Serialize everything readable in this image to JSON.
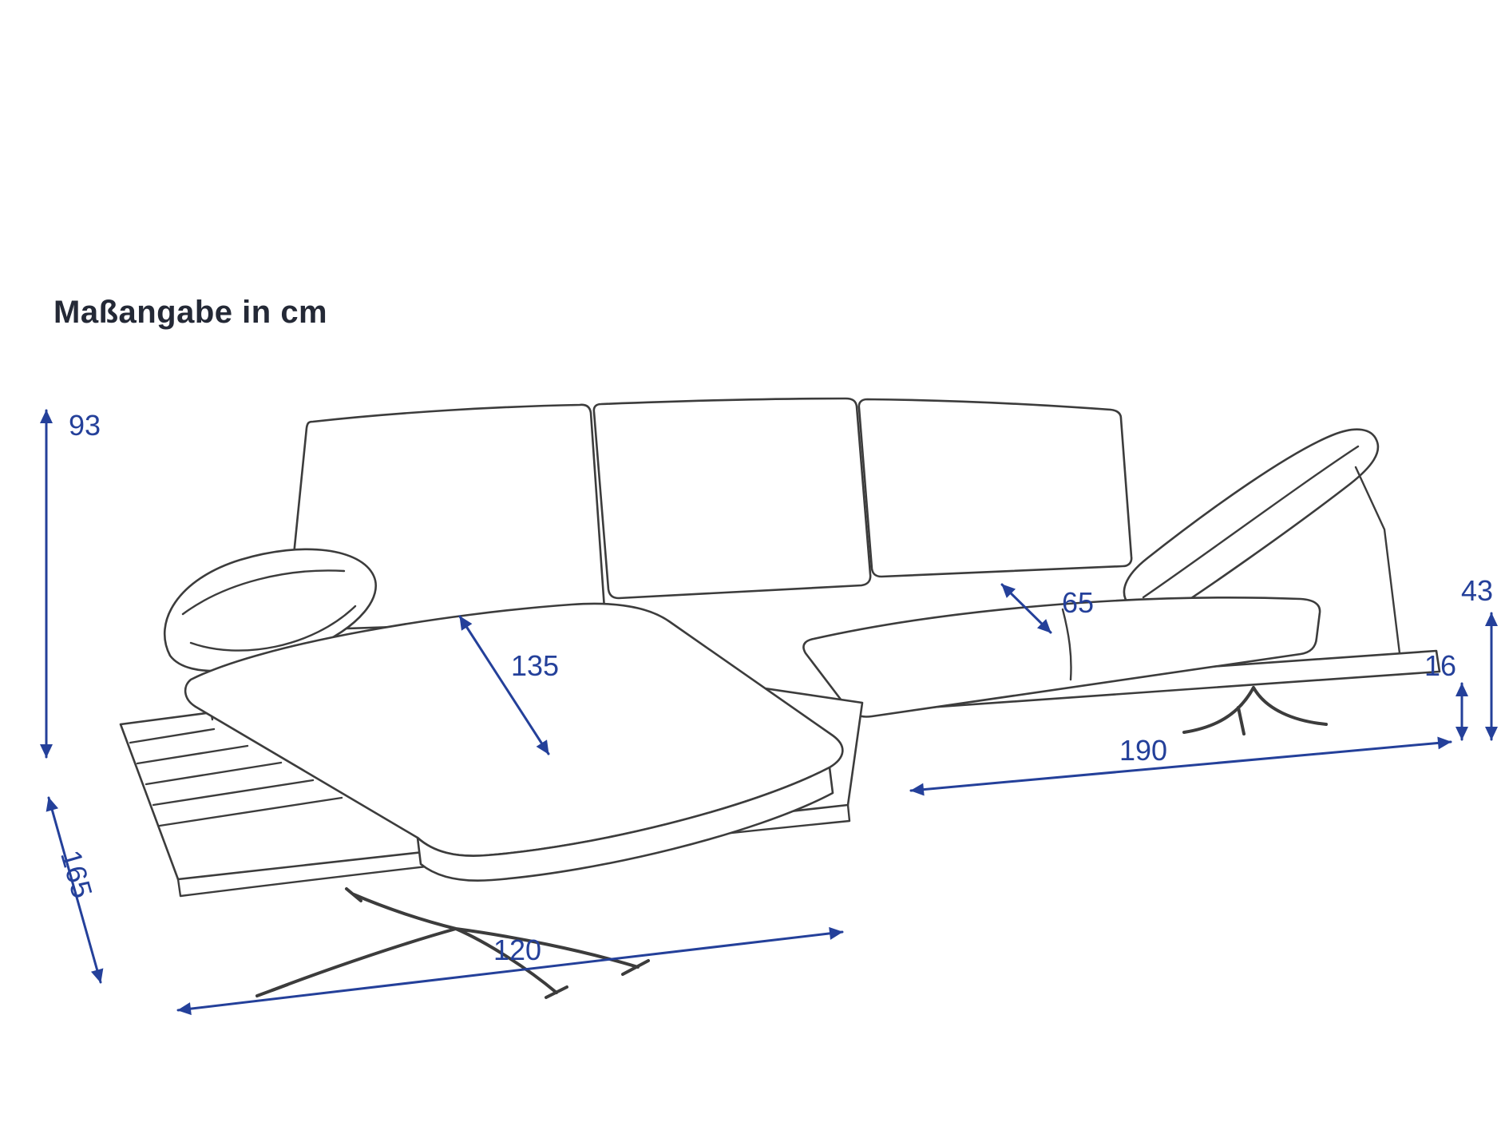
{
  "title": "Maßangabe in cm",
  "colors": {
    "dimension": "#24409a",
    "title": "#242936",
    "sofa_line": "#3c3c3c",
    "background": "#ffffff"
  },
  "dimensions": {
    "height": {
      "value": "93"
    },
    "chaise_depth": {
      "value": "135"
    },
    "seat_depth": {
      "value": "65"
    },
    "arm_height": {
      "value": "43"
    },
    "base_height": {
      "value": "16"
    },
    "right_length": {
      "value": "190"
    },
    "total_depth": {
      "value": "165"
    },
    "chaise_width": {
      "value": "120"
    }
  }
}
